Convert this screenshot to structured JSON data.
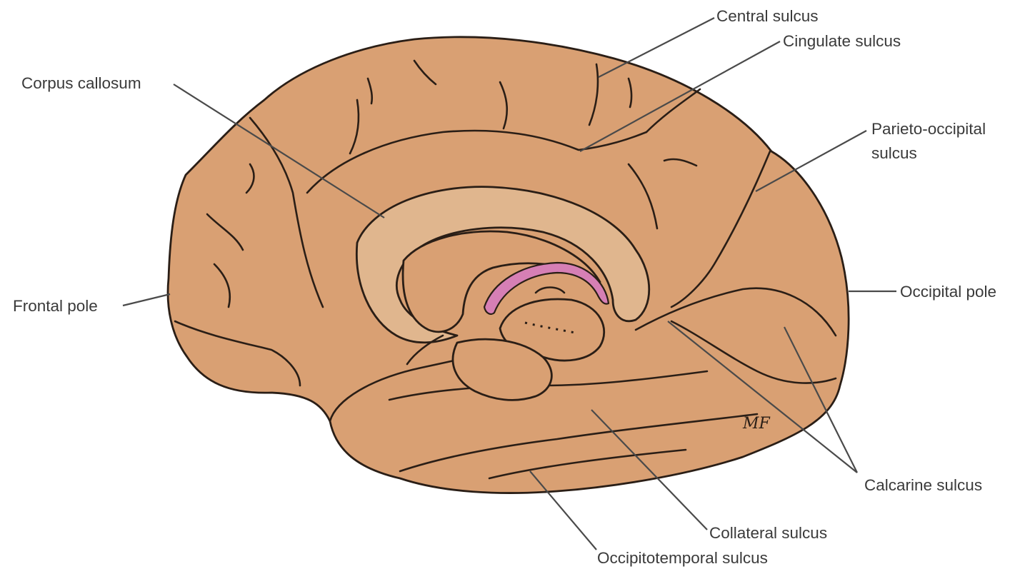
{
  "colors": {
    "cortex": "#d9a073",
    "callosum": "#e0b68e",
    "inner": "#d9a073",
    "fornix_pink": "#d67fb5",
    "outline": "#2a1e16",
    "leader": "#4a4a4a",
    "label_text": "#3a3a3a"
  },
  "labels": {
    "central_sulcus": "Central sulcus",
    "cingulate_sulcus": "Cingulate sulcus",
    "corpus_callosum": "Corpus callosum",
    "parieto_occipital_line1": "Parieto-occipital",
    "parieto_occipital_line2": "sulcus",
    "frontal_pole": "Frontal pole",
    "occipital_pole": "Occipital pole",
    "calcarine_sulcus": "Calcarine sulcus",
    "collateral_sulcus": "Collateral sulcus",
    "occipitotemporal_sulcus": "Occipitotemporal sulcus"
  },
  "signature": "MF"
}
